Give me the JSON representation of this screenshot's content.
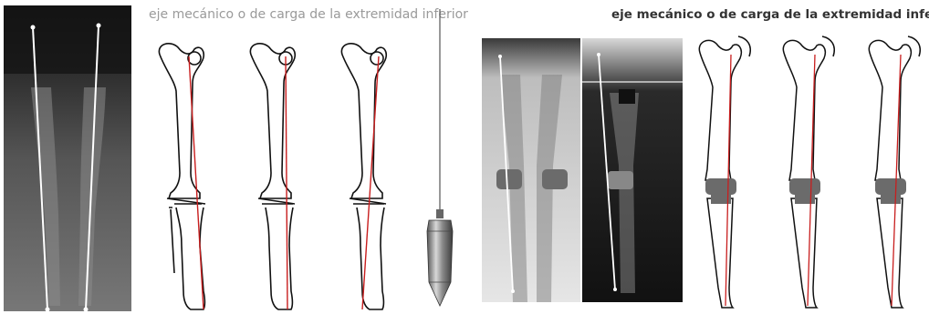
{
  "captions": {
    "left": "eje mecánico o de carga de la extremidad inferior",
    "right": "eje mecánico o de carga de la extremidad inferior"
  },
  "colors": {
    "mechanical_axis_line": "#c81e1e",
    "bone_outline": "#111111",
    "radiograph_line": "#ffffff",
    "implant_fill": "#6b6b6b"
  },
  "icons": [
    "plumb-bob-icon"
  ],
  "panels": [
    "radiograph-full-legs",
    "femur-tibia-diagram-left-group",
    "plumb-bob",
    "radiograph-knee-prosthesis-pair",
    "femur-tibia-diagram-right-group"
  ]
}
